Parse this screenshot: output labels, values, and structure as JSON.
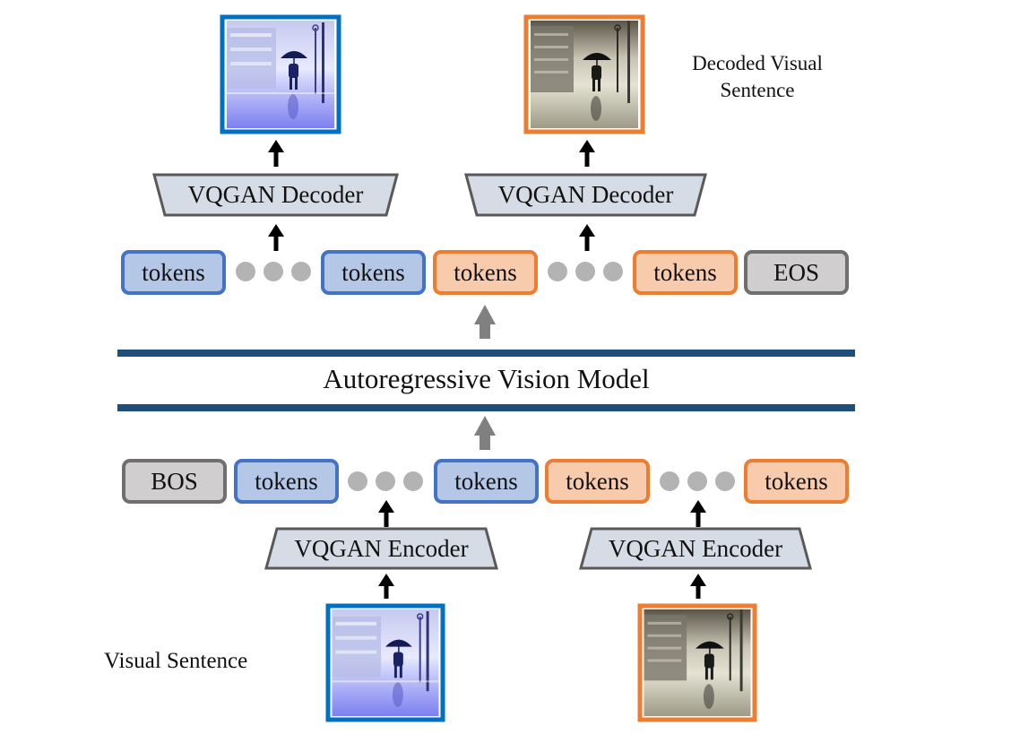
{
  "caption_decoded": "Decoded Visual\nSentence",
  "caption_input": "Visual Sentence",
  "model_label": "Autoregressive Vision Model",
  "decoder_label": "VQGAN Decoder",
  "encoder_label": "VQGAN Encoder",
  "token_label": "tokens",
  "bos_label": "BOS",
  "eos_label": "EOS",
  "colors": {
    "blue": "#4472c4",
    "orange": "#ed7d31",
    "bar": "#1f4e79",
    "arrow_gray": "#808080"
  },
  "images": [
    {
      "name": "snowy-umbrella-image",
      "theme": "blue"
    },
    {
      "name": "sepia-umbrella-image",
      "theme": "orange"
    }
  ]
}
